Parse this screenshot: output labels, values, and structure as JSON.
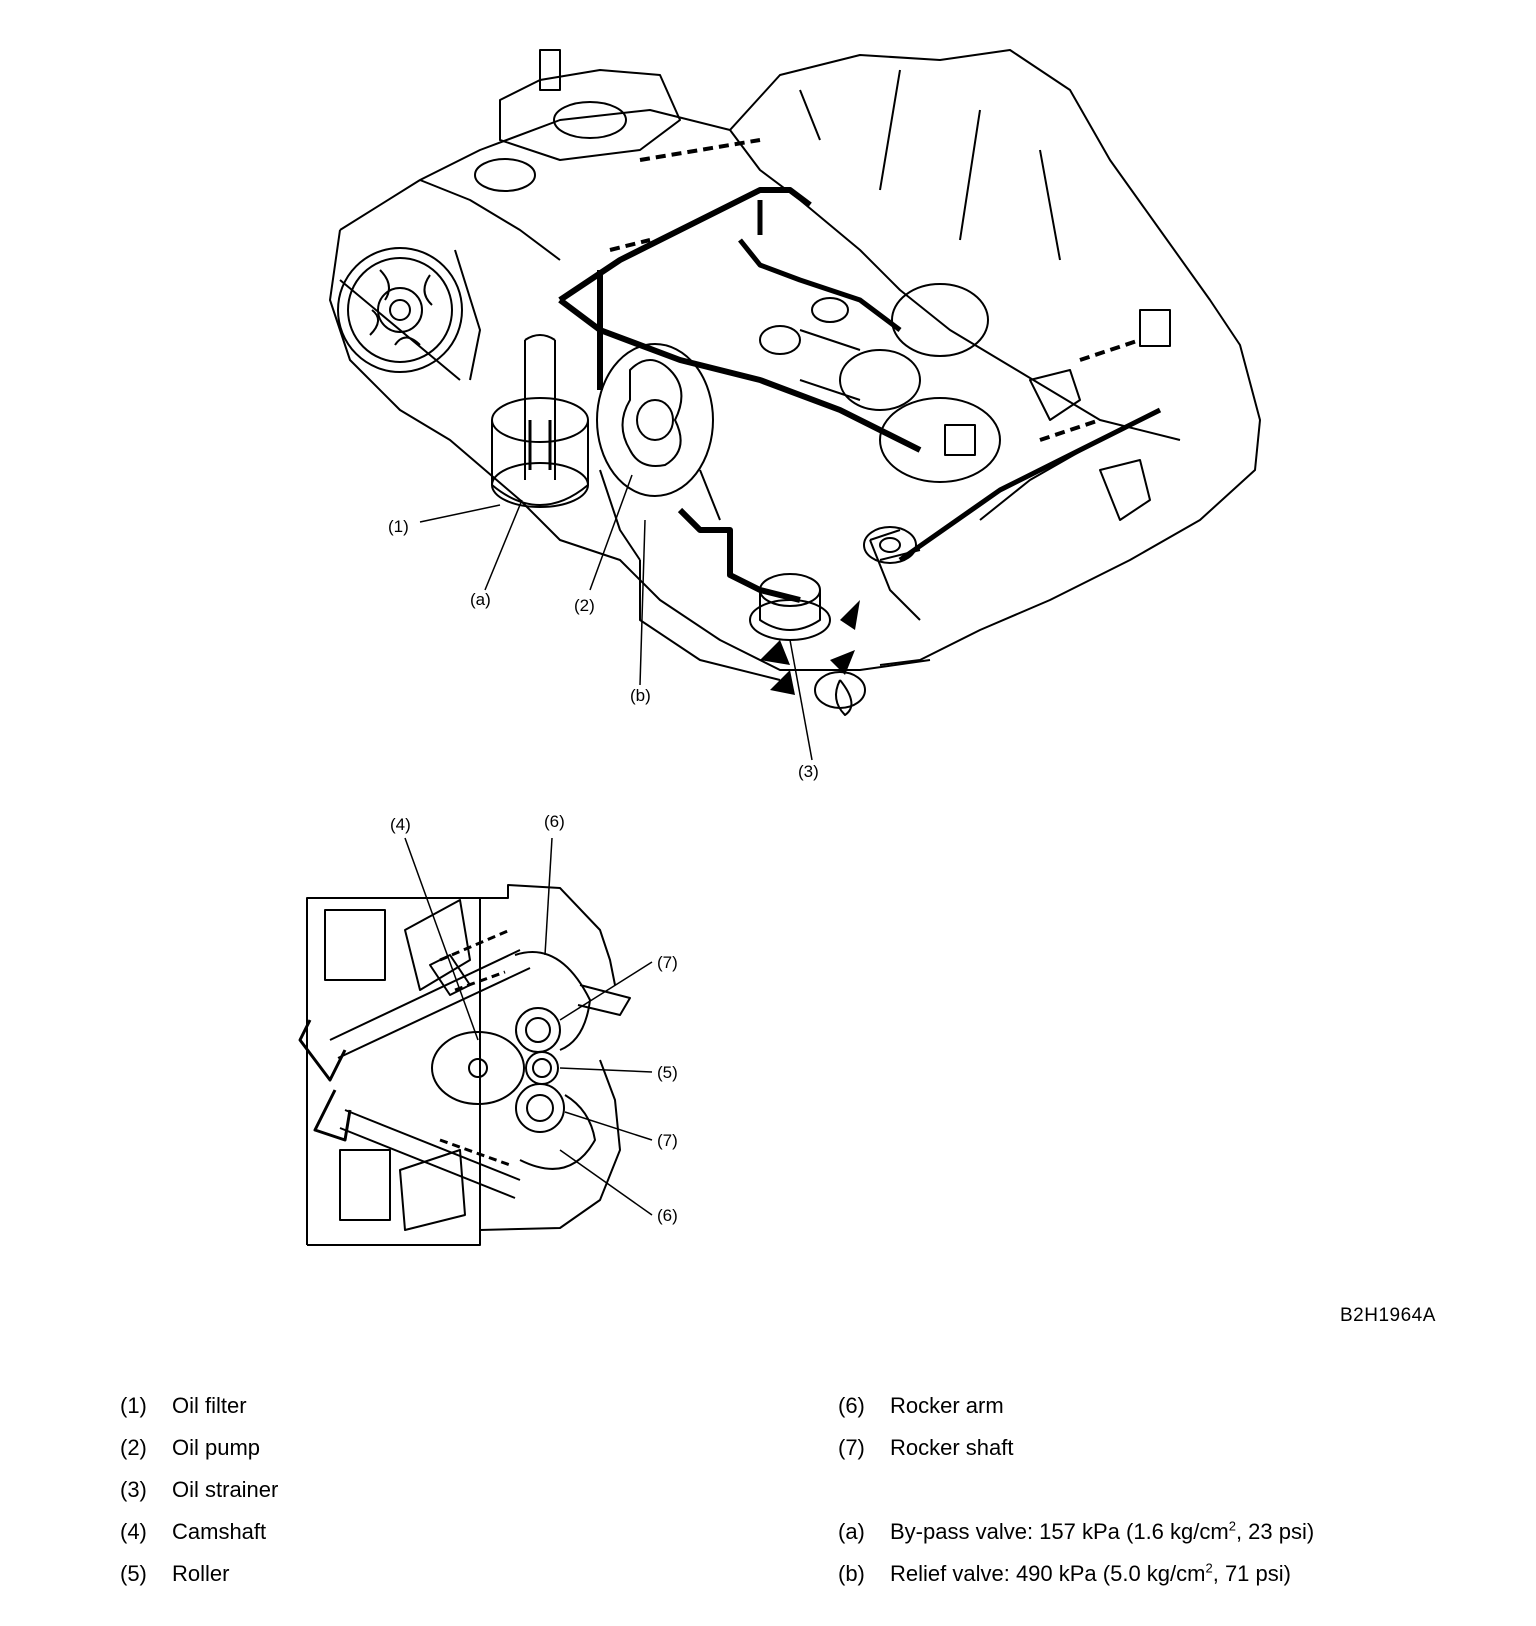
{
  "figure_code": "B2H1964A",
  "callouts": {
    "c1": "(1)",
    "ca": "(a)",
    "c2": "(2)",
    "cb": "(b)",
    "c3": "(3)",
    "c4": "(4)",
    "c6top": "(6)",
    "c7top": "(7)",
    "c5": "(5)",
    "c7bot": "(7)",
    "c6bot": "(6)"
  },
  "legend": {
    "left": [
      {
        "key": "(1)",
        "text": "Oil filter"
      },
      {
        "key": "(2)",
        "text": "Oil pump"
      },
      {
        "key": "(3)",
        "text": "Oil strainer"
      },
      {
        "key": "(4)",
        "text": "Camshaft"
      },
      {
        "key": "(5)",
        "text": "Roller"
      }
    ],
    "right": [
      {
        "key": "(6)",
        "text": "Rocker arm"
      },
      {
        "key": "(7)",
        "text": "Rocker shaft"
      }
    ],
    "valves": [
      {
        "key": "(a)",
        "pre": "By-pass valve: 157 kPa (1.6 kg/cm",
        "sup": "2",
        "post": ", 23 psi)"
      },
      {
        "key": "(b)",
        "pre": "Relief valve: 490 kPa (5.0 kg/cm",
        "sup": "2",
        "post": ", 71 psi)"
      }
    ]
  }
}
